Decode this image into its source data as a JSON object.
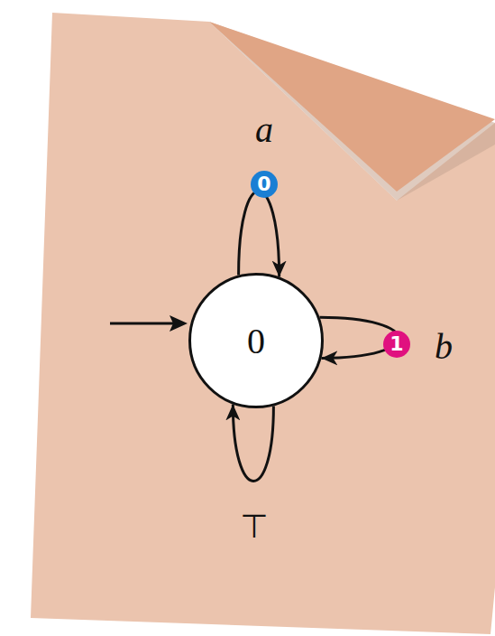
{
  "diagram": {
    "nodes": [
      {
        "text": [
          "0"
        ]
      }
    ],
    "edges": [
      {
        "from": 0,
        "to": 0,
        "arrow": "to",
        "label": "a"
      },
      {
        "from": 0,
        "to": 0,
        "arrow": "to",
        "label": "b"
      },
      {
        "from": 0,
        "to": 0,
        "arrow": "to",
        "label": "⊤"
      }
    ],
    "labels": [
      "0",
      "1"
    ]
  }
}
